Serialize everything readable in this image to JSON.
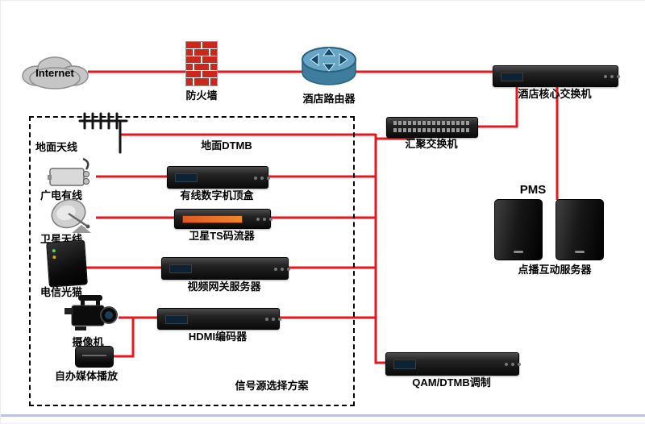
{
  "colors": {
    "line_red": "#e8161d",
    "brick_red": "#c9281c",
    "router_blue": "#66a5c4",
    "display_orange": "#e25822",
    "dash_black": "#000000"
  },
  "diagram": {
    "internet": "Internet",
    "firewall": "防火墙",
    "router": "酒店路由器",
    "core_switch": "酒店核心交换机",
    "agg_switch": "汇聚交换机",
    "pms": "PMS",
    "vod_server": "点播互动服务器",
    "terrestrial_antenna": "地面天线",
    "terrestrial_dtmb": "地面DTMB",
    "cable": "广电有线",
    "stb": "有线数字机顶盒",
    "satellite": "卫星天线",
    "ts_streamer": "卫星TS码流器",
    "modem": "电信光猫",
    "gateway": "视频网关服务器",
    "camera": "摄像机",
    "hdmi_encoder": "HDMI编码器",
    "media_player": "自办媒体播放",
    "qam": "QAM/DTMB调制",
    "signal_box_title": "信号源选择方案"
  }
}
